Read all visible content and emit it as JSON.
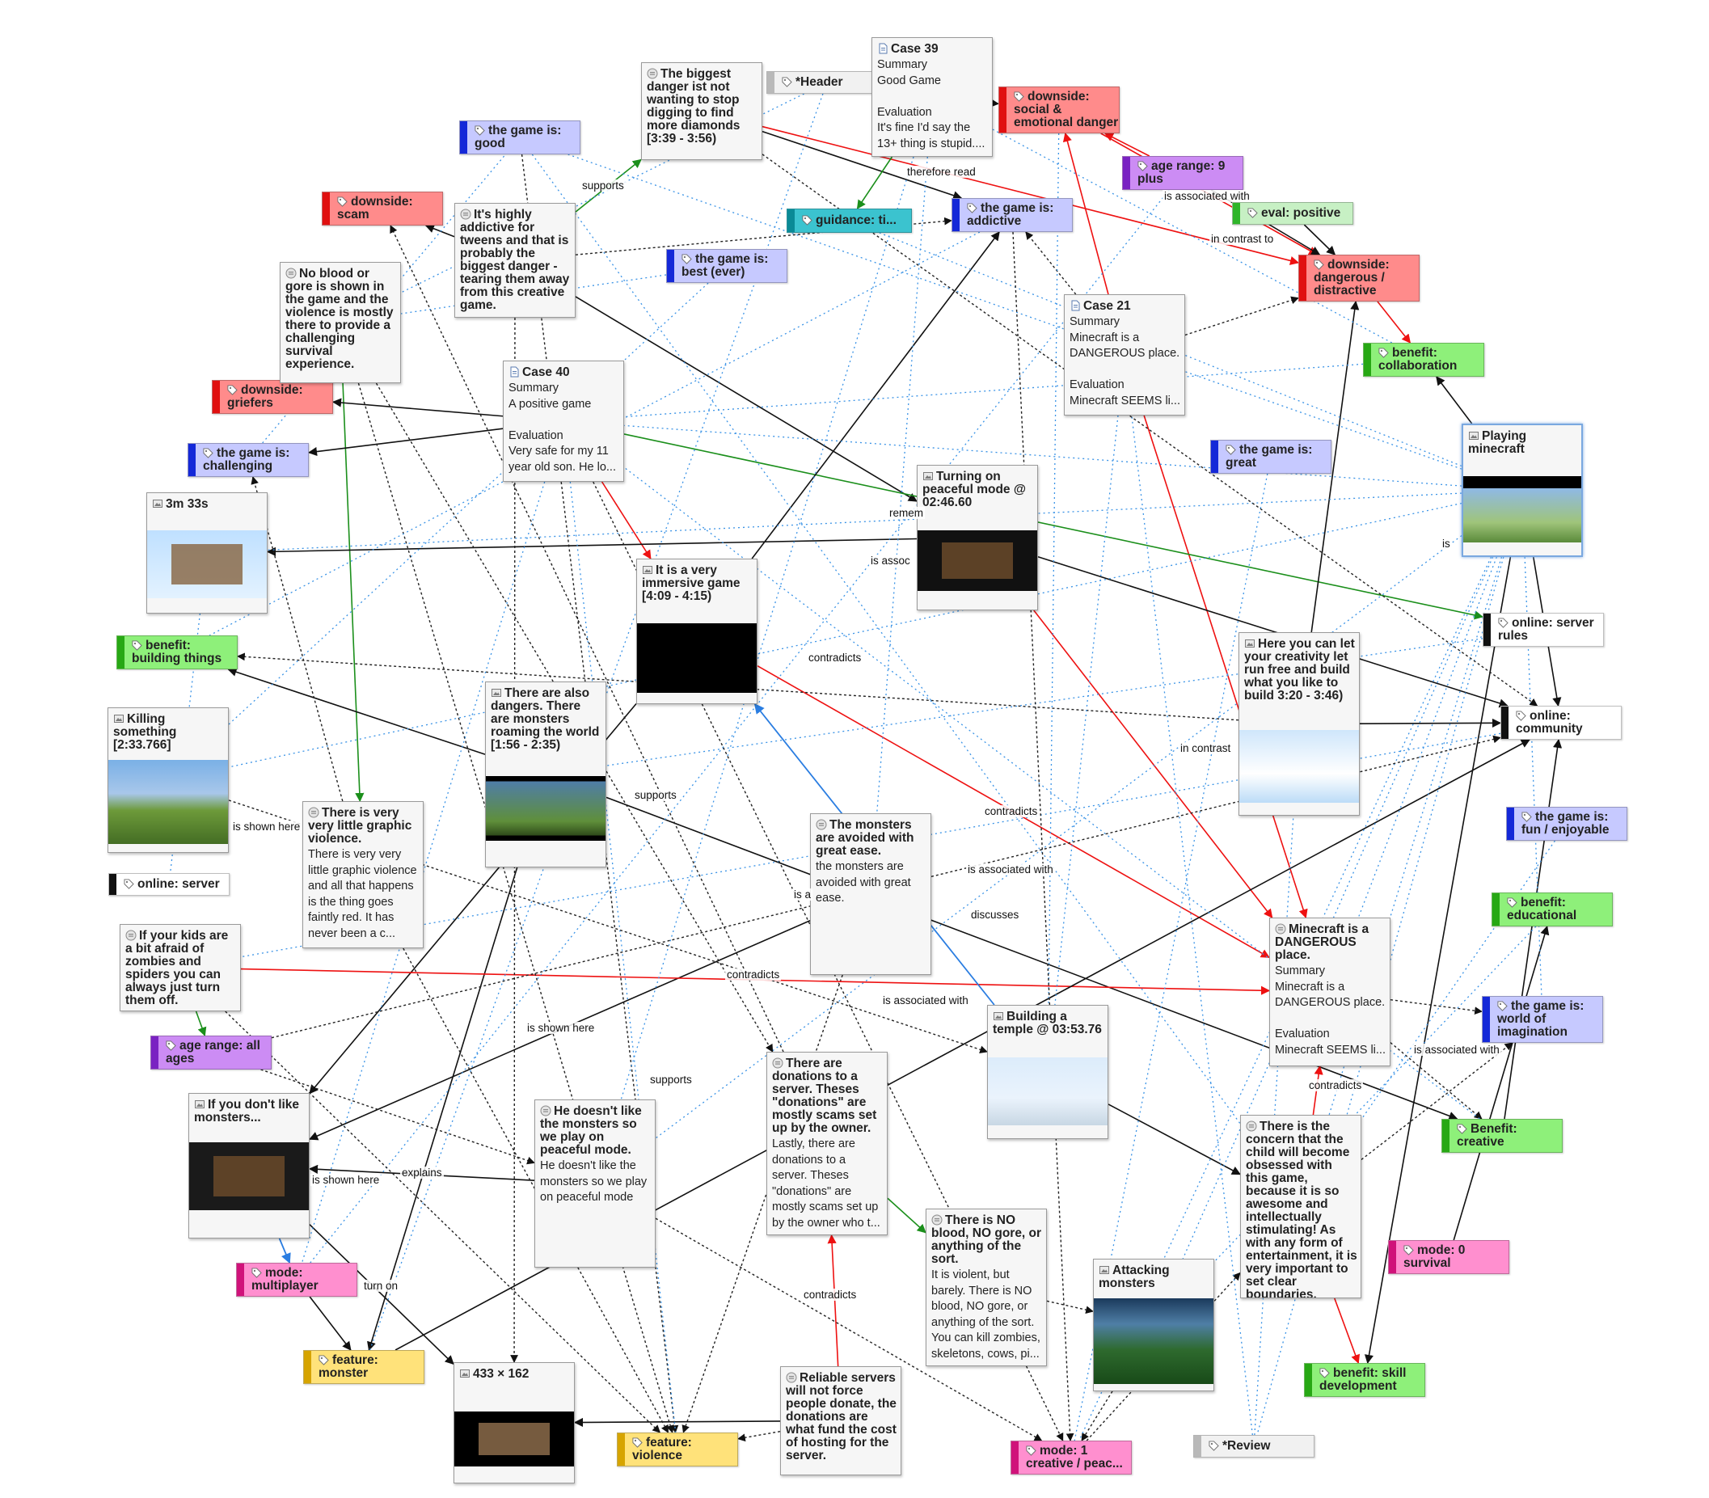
{
  "colors": {
    "red": "#ff8b8b",
    "red_bar": "#e01010",
    "blue": "#c6c9ff",
    "blue_bar": "#1428d8",
    "green": "#8ef07a",
    "green_bar": "#27a814",
    "lightgreen": "#c7f0c4",
    "lightgreen_bar": "#2fb52a",
    "purple": "#cc8cf4",
    "purple_bar": "#7a22c2",
    "pink": "#ff8fcf",
    "pink_bar": "#d0127a",
    "yellow": "#ffe27a",
    "yellow_bar": "#d6a400",
    "teal": "#3bc3cf",
    "teal_bar": "#0a8a96",
    "grey": "#f1f1f1",
    "grey_bar": "#b9b9b9",
    "white": "#ffffff",
    "white_bar": "#111111"
  },
  "nodes": [
    {
      "id": "header",
      "kind": "tag",
      "color": "grey",
      "title": "*Header"
    },
    {
      "id": "game_good",
      "kind": "tag",
      "color": "blue",
      "title": "the game is: good"
    },
    {
      "id": "downside_scam",
      "kind": "tag",
      "color": "red",
      "title": "downside: scam"
    },
    {
      "id": "downside_social",
      "kind": "tag",
      "color": "red",
      "title": "downside: social & emotional danger"
    },
    {
      "id": "age_9",
      "kind": "tag",
      "color": "purple",
      "title": "age range: 9 plus"
    },
    {
      "id": "eval_pos",
      "kind": "tag",
      "color": "lightgreen",
      "title": "eval: positive"
    },
    {
      "id": "guidance",
      "kind": "tag",
      "color": "teal",
      "title": "guidance: ti..."
    },
    {
      "id": "game_addictive",
      "kind": "tag",
      "color": "blue",
      "title": "the game is: addictive"
    },
    {
      "id": "game_best",
      "kind": "tag",
      "color": "blue",
      "title": "the game is: best (ever)"
    },
    {
      "id": "downside_dangerous",
      "kind": "tag",
      "color": "red",
      "title": "downside: dangerous / distractive"
    },
    {
      "id": "benefit_collab",
      "kind": "tag",
      "color": "green",
      "title": "benefit: collaboration"
    },
    {
      "id": "downside_griefers",
      "kind": "tag",
      "color": "red",
      "title": "downside: griefers"
    },
    {
      "id": "game_challenging",
      "kind": "tag",
      "color": "blue",
      "title": "the game is: challenging"
    },
    {
      "id": "game_great",
      "kind": "tag",
      "color": "blue",
      "title": "the game is: great"
    },
    {
      "id": "benefit_building",
      "kind": "tag",
      "color": "green",
      "title": "benefit: building things"
    },
    {
      "id": "online_rules",
      "kind": "tag",
      "color": "white",
      "title": "online: server rules"
    },
    {
      "id": "online_comm",
      "kind": "tag",
      "color": "white",
      "title": "online: community"
    },
    {
      "id": "game_fun",
      "kind": "tag",
      "color": "blue",
      "title": "the game is: fun / enjoyable"
    },
    {
      "id": "online_server",
      "kind": "tag",
      "color": "white",
      "title": "online: server"
    },
    {
      "id": "benefit_edu",
      "kind": "tag",
      "color": "green",
      "title": "benefit: educational"
    },
    {
      "id": "game_world",
      "kind": "tag",
      "color": "blue",
      "title": "the game is: world of imagination"
    },
    {
      "id": "age_all",
      "kind": "tag",
      "color": "purple",
      "title": "age range: all ages"
    },
    {
      "id": "benefit_creative",
      "kind": "tag",
      "color": "green",
      "title": "Benefit: creative"
    },
    {
      "id": "mode_multi",
      "kind": "tag",
      "color": "pink",
      "title": "mode: multiplayer"
    },
    {
      "id": "mode_0",
      "kind": "tag",
      "color": "pink",
      "title": "mode: 0 survival"
    },
    {
      "id": "feature_monster",
      "kind": "tag",
      "color": "yellow",
      "title": "feature: monster"
    },
    {
      "id": "benefit_skill",
      "kind": "tag",
      "color": "green",
      "title": "benefit: skill development"
    },
    {
      "id": "feature_violence",
      "kind": "tag",
      "color": "yellow",
      "title": "feature: violence"
    },
    {
      "id": "mode_1",
      "kind": "tag",
      "color": "pink",
      "title": "mode: 1 creative / peac..."
    },
    {
      "id": "review",
      "kind": "tag",
      "color": "grey",
      "title": "*Review"
    },
    {
      "id": "case39",
      "kind": "case",
      "title": "Case 39",
      "body": "Summary\nGood Game\n\nEvaluation\nIt's fine I'd say the 13+ thing is stupid...."
    },
    {
      "id": "case40",
      "kind": "case",
      "title": "Case 40",
      "body": "Summary\nA positive game\n\nEvaluation\nVery safe for my 11 year old son. He lo..."
    },
    {
      "id": "case21",
      "kind": "case",
      "title": "Case 21",
      "body": "Summary\nMinecraft is a DANGEROUS place.\n\nEvaluation\nMinecraft SEEMS li..."
    },
    {
      "id": "biggest",
      "kind": "quote",
      "title": "The biggest danger ist not wanting to stop digging to find more diamonds [3:39 - 3:56)"
    },
    {
      "id": "addictive",
      "kind": "quote",
      "title": "It's highly addictive for tweens and that is probably the biggest danger - tearing them away from this creative game."
    },
    {
      "id": "noblood",
      "kind": "quote",
      "title": "No blood or gore is shown in the game and the violence is mostly there to provide a challenging survival experience."
    },
    {
      "id": "peaceful",
      "kind": "media",
      "title": "Turning on peaceful mode @ 02:46.60"
    },
    {
      "id": "m3m33",
      "kind": "media",
      "title": "3m 33s"
    },
    {
      "id": "immersive",
      "kind": "media",
      "title": "It is a very immersive game [4:09 - 4:15)"
    },
    {
      "id": "playing",
      "kind": "media",
      "title": "Playing minecraft"
    },
    {
      "id": "killing",
      "kind": "media",
      "title": "Killing something [2:33.766]"
    },
    {
      "id": "dangers",
      "kind": "media",
      "title": "There are also dangers. There are monsters roaming the world [1:56 - 2:35)"
    },
    {
      "id": "creativity",
      "kind": "media",
      "title": "Here you can let your creativity let run free and build what you like to build 3:20 - 3:46)"
    },
    {
      "id": "verylittle",
      "kind": "quote",
      "title": "There is very very little graphic violence.",
      "body": "There is very very little graphic violence and all that happens is the thing goes faintly red. It has never been a c..."
    },
    {
      "id": "avoided",
      "kind": "quote",
      "title": "The monsters are avoided with great ease.",
      "body": "the monsters are avoided with great ease."
    },
    {
      "id": "dangerous",
      "kind": "quote",
      "title": "Minecraft is a DANGEROUS place.",
      "body": "Summary\nMinecraft is a DANGEROUS place.\n\nEvaluation\nMinecraft SEEMS li..."
    },
    {
      "id": "afraid",
      "kind": "quote",
      "title": "If your kids are a bit afraid of zombies and spiders you can always just turn them off."
    },
    {
      "id": "temple",
      "kind": "media",
      "title": "Building a temple @ 03:53.76"
    },
    {
      "id": "dontlike",
      "kind": "media",
      "title": "If you don't like monsters..."
    },
    {
      "id": "hedoesnt",
      "kind": "quote",
      "title": "He doesn't like the monsters so we play on peaceful mode.",
      "body": "He doesn't like the monsters so we play on peaceful mode"
    },
    {
      "id": "donations",
      "kind": "quote",
      "title": "There are donations to a server. Theses \"donations\" are mostly scams set up by the owner.",
      "body": "Lastly, there are donations to a server. Theses \"donations\" are mostly scams set up by the owner who t..."
    },
    {
      "id": "concern",
      "kind": "quote",
      "title": "There is the concern that the child will become obsessed with this game, because it is so awesome and intellectually stimulating! As with any form of entertainment, it is very important to set clear boundaries."
    },
    {
      "id": "noblood2",
      "kind": "quote",
      "title": "There is NO blood, NO gore, or anything of the sort.",
      "body": "It is violent, but barely. There is NO blood, NO gore, or anything of the sort. You can kill zombies, skeletons, cows, pi..."
    },
    {
      "id": "attacking",
      "kind": "media",
      "title": "Attacking monsters"
    },
    {
      "id": "img433",
      "kind": "media",
      "title": "433 × 162"
    },
    {
      "id": "reliable",
      "kind": "quote",
      "title": "Reliable servers will not force people donate, the donations are what fund the cost of hosting for the server."
    }
  ],
  "edge_labels": [
    {
      "id": "supports1",
      "text": "supports"
    },
    {
      "id": "therefore",
      "text": "therefore read"
    },
    {
      "id": "assoc1",
      "text": "is associated with"
    },
    {
      "id": "contrast1",
      "text": "in contrast to"
    },
    {
      "id": "remem",
      "text": "remem"
    },
    {
      "id": "assoc2",
      "text": "is assoc"
    },
    {
      "id": "is1",
      "text": "is"
    },
    {
      "id": "contradicts1",
      "text": "contradicts"
    },
    {
      "id": "incontrast",
      "text": "in contrast"
    },
    {
      "id": "supports2",
      "text": "supports"
    },
    {
      "id": "contradicts2",
      "text": "contradicts"
    },
    {
      "id": "shown1",
      "text": "is shown here"
    },
    {
      "id": "assoc3",
      "text": "is associated with"
    },
    {
      "id": "is2",
      "text": "is a"
    },
    {
      "id": "discusses",
      "text": "discusses"
    },
    {
      "id": "contradicts3",
      "text": "contradicts"
    },
    {
      "id": "assoc4",
      "text": "is associated with"
    },
    {
      "id": "shown2",
      "text": "is shown here"
    },
    {
      "id": "contradicts4",
      "text": "contradicts"
    },
    {
      "id": "assoc5",
      "text": "is associated with"
    },
    {
      "id": "supports3",
      "text": "supports"
    },
    {
      "id": "explains",
      "text": "explains"
    },
    {
      "id": "shown3",
      "text": "is shown here"
    },
    {
      "id": "turnon",
      "text": "turn on"
    },
    {
      "id": "contradicts5",
      "text": "contradicts"
    }
  ]
}
